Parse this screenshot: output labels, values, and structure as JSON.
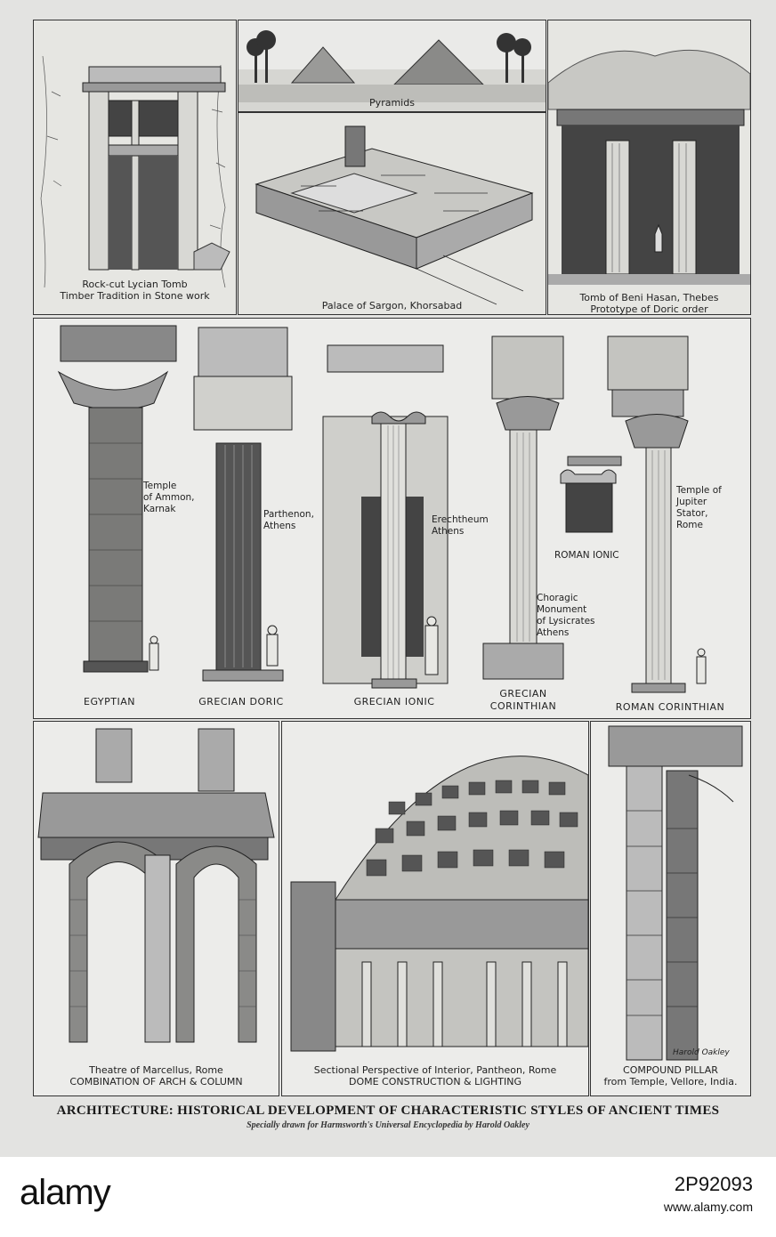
{
  "top_row": {
    "lycian": {
      "line1": "Rock-cut Lycian Tomb",
      "line2": "Timber Tradition in Stone work"
    },
    "pyramids": {
      "caption": "Pyramids"
    },
    "sargon": {
      "caption": "Palace of Sargon, Khorsabad"
    },
    "beni_hasan": {
      "line1": "Tomb of Beni Hasan, Thebes",
      "line2": "Prototype of Doric order"
    }
  },
  "columns_row": {
    "egyptian": {
      "style": "EGYPTIAN",
      "note_lines": [
        "Temple",
        "of Ammon,",
        "Karnak"
      ]
    },
    "doric": {
      "style": "GRECIAN DORIC",
      "note_lines": [
        "Parthenon,",
        "Athens"
      ]
    },
    "ionic": {
      "style": "GRECIAN IONIC",
      "note_lines": [
        "Erechtheum",
        "Athens"
      ]
    },
    "corinthian": {
      "style_lines": [
        "GRECIAN",
        "CORINTHIAN"
      ],
      "note_lines": [
        "Choragic",
        "Monument",
        "of Lysicrates",
        "Athens"
      ]
    },
    "roman_ionic": {
      "label": "ROMAN IONIC"
    },
    "roman_corinthian": {
      "style": "ROMAN CORINTHIAN",
      "note_lines": [
        "Temple of",
        "Jupiter",
        "Stator,",
        "Rome"
      ]
    }
  },
  "bottom_row": {
    "marcellus": {
      "line1": "Theatre of Marcellus, Rome",
      "line2": "COMBINATION OF ARCH & COLUMN"
    },
    "pantheon": {
      "line1": "Sectional Perspective of Interior, Pantheon, Rome",
      "line2": "DOME CONSTRUCTION & LIGHTING"
    },
    "vellore": {
      "line1": "COMPOUND PILLAR",
      "line2": "from Temple, Vellore, India.",
      "signature": "Harold Oakley"
    }
  },
  "footer": {
    "title": "ARCHITECTURE: HISTORICAL DEVELOPMENT OF CHARACTERISTIC STYLES OF ANCIENT TIMES",
    "subtitle": "Specially drawn for Harmsworth's Universal Encyclopedia by Harold Oakley"
  },
  "watermark": {
    "logo": "alamy",
    "image_id": "2P92093",
    "url": "www.alamy.com"
  }
}
